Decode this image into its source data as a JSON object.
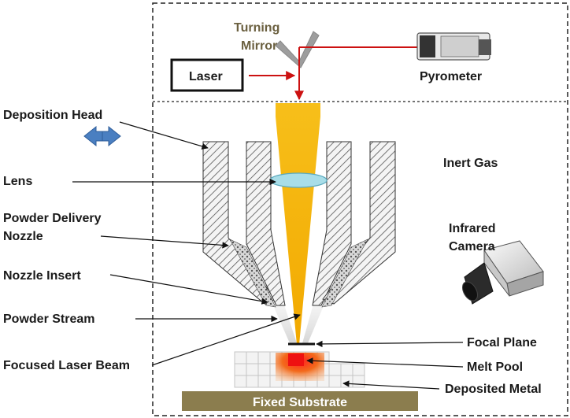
{
  "labels": {
    "turning_mirror_line1": "Turning",
    "turning_mirror_line2": "Mirror",
    "laser": "Laser",
    "pyrometer": "Pyrometer",
    "deposition_head": "Deposition Head",
    "lens": "Lens",
    "powder_delivery_nozzle_line1": "Powder Delivery",
    "powder_delivery_nozzle_line2": "Nozzle",
    "nozzle_insert": "Nozzle Insert",
    "powder_stream": "Powder Stream",
    "focused_laser_beam": "Focused Laser Beam",
    "inert_gas": "Inert Gas",
    "infrared_camera_line1": "Infrared",
    "infrared_camera_line2": "Camera",
    "focal_plane": "Focal Plane",
    "melt_pool": "Melt Pool",
    "deposited_metal": "Deposited Metal",
    "fixed_substrate": "Fixed Substrate"
  },
  "colors": {
    "laser_path": "#cc1111",
    "beam": "#f5b800",
    "lens": "#a8dde8",
    "melt_pool": "#ee1111",
    "substrate": "#8b7d4e",
    "nozzle_fill": "#e8e8e8",
    "arrow_blue": "#4a7fc1"
  },
  "icons": [
    "double-arrow-icon",
    "pyrometer-icon",
    "infrared-camera-icon",
    "turning-mirror-icon"
  ]
}
